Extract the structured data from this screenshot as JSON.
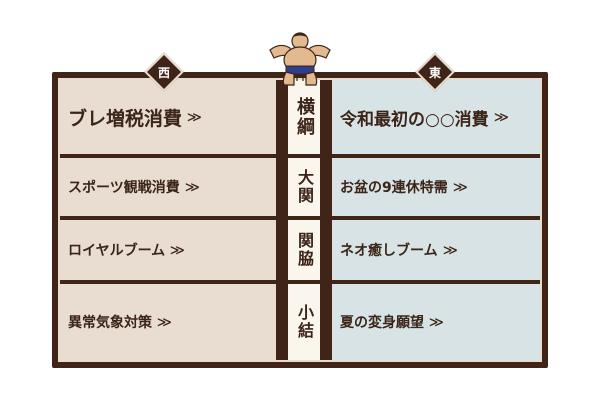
{
  "sides": {
    "west": "西",
    "east": "東"
  },
  "rows": [
    {
      "rank": "横綱",
      "west": "ブレ増税消費",
      "east": "令和最初の○○消費"
    },
    {
      "rank": "大関",
      "west": "スポーツ観戦消費",
      "east": "お盆の9連休特需"
    },
    {
      "rank": "関脇",
      "west": "ロイヤルブーム",
      "east": "ネオ癒しブーム"
    },
    {
      "rank": "小結",
      "west": "異常気象対策",
      "east": "夏の変身願望"
    }
  ],
  "chevron": "≫",
  "colors": {
    "frame": "#3f2417",
    "west_bg": "#e9ddd2",
    "east_bg": "#d7e3e5",
    "text": "#3b2418"
  }
}
